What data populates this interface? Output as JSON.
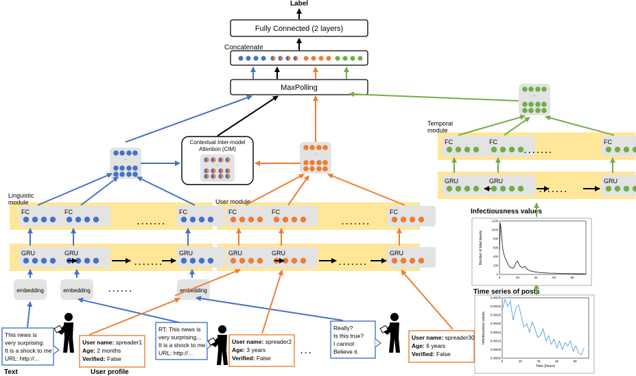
{
  "top": {
    "label": "Label",
    "fully_connected": "Fully Connected  (2 layers)",
    "concatenate": "Concatenate",
    "maxpooling": "MaxPolling"
  },
  "cim": {
    "line1": "Contextual Inter-model",
    "line2": "Attention (CIM)"
  },
  "modules": {
    "linguistic": "Linguistic\nmodule",
    "user": "User  module",
    "temporal": "Temporal\nmodule"
  },
  "layers": {
    "fc": "FC",
    "gru": "GRU",
    "embedding": "embedding"
  },
  "dots": {
    "seq": ". . . . . . .",
    "emb": ". . . . . .",
    "posts": ". . ."
  },
  "posts": [
    {
      "lines": [
        "This news is",
        "very surprising.",
        "It is a shock to me",
        "URL: http://..."
      ]
    },
    {
      "lines": [
        "RT: This news is",
        "very surprising...",
        "It is a shock to me",
        "URL: http://..."
      ]
    },
    {
      "lines": [
        "Really?",
        "Is this true?",
        "I cannot",
        "Believe it."
      ]
    }
  ],
  "profiles": [
    {
      "name_key": "User name",
      "name": "spreader1",
      "age_key": "Age",
      "age": "2 months",
      "ver_key": "Verified",
      "verified": "False"
    },
    {
      "name_key": "User name",
      "name": "spreader2",
      "age_key": "Age",
      "age": "3 years",
      "ver_key": "Verified",
      "verified": "False"
    },
    {
      "name_key": "User name",
      "name": "spreader30",
      "age_key": "Age",
      "age": "6 years",
      "ver_key": "Verified",
      "verified": "False"
    }
  ],
  "captions": {
    "text": "Text",
    "user_profile": "User profile",
    "infectiousness": "Infectiousness values",
    "time_series": "Time series of posts"
  },
  "plot1": {
    "ylabel": "Number of total tweets",
    "yticks": [
      "1200",
      "1000",
      "800",
      "600",
      "400",
      "200",
      "0"
    ],
    "xticks": [
      "0",
      "20",
      "40",
      "60",
      "80"
    ]
  },
  "plot2": {
    "ylabel": "Infectiousness values",
    "xlabel": "Time (hours)",
    "yticks": [
      "0.00035",
      "0.00030",
      "0.00025",
      "0.00020",
      "0.00015",
      "0.00010",
      "0.00005",
      "0.00000"
    ],
    "xticks": [
      "0",
      "20",
      "40",
      "60",
      "80"
    ]
  },
  "colors": {
    "blue": "#4472c4",
    "orange": "#ed7d31",
    "green": "#70ad47",
    "band": "#ffe699",
    "cell": "#e3e3e3",
    "curve_black": "#222222",
    "curve_blue": "#5b9bd5"
  },
  "chart_data": [
    {
      "type": "line",
      "title": "",
      "xlabel": "",
      "ylabel": "Number of total tweets",
      "xlim": [
        0,
        95
      ],
      "ylim": [
        0,
        1200
      ],
      "x": [
        0,
        1,
        2,
        3,
        4,
        6,
        8,
        10,
        12,
        14,
        16,
        18,
        20,
        22,
        25,
        28,
        31,
        34,
        38,
        42,
        46,
        50,
        55,
        60,
        65,
        70,
        75,
        80,
        85,
        90,
        95
      ],
      "series": [
        {
          "values": [
            550,
            1150,
            950,
            700,
            520,
            380,
            300,
            200,
            160,
            140,
            150,
            260,
            300,
            200,
            150,
            180,
            110,
            80,
            60,
            50,
            40,
            35,
            30,
            28,
            25,
            22,
            20,
            18,
            15,
            15,
            12
          ]
        }
      ]
    },
    {
      "type": "line",
      "title": "",
      "xlabel": "Time (hours)",
      "ylabel": "Infectiousness values",
      "xlim": [
        0,
        95
      ],
      "ylim": [
        0,
        0.00035
      ],
      "x": [
        0,
        3,
        6,
        9,
        12,
        15,
        18,
        21,
        24,
        27,
        30,
        33,
        36,
        39,
        42,
        45,
        48,
        51,
        54,
        57,
        60,
        63,
        66,
        69,
        72,
        75,
        78,
        81,
        84,
        87,
        90
      ],
      "series": [
        {
          "values": [
            0.00028,
            0.00034,
            0.0003,
            0.00033,
            0.00022,
            0.00029,
            0.00031,
            0.00024,
            0.00018,
            0.0002,
            0.00015,
            0.00021,
            0.00017,
            0.00012,
            0.00013,
            0.00017,
            0.0001,
            0.00013,
            8e-05,
            0.00011,
            6e-05,
            0.0001,
            5e-05,
            9e-05,
            7e-05,
            0.0001,
            4e-05,
            7e-05,
            3e-05,
            2e-05,
            6e-05
          ]
        }
      ]
    }
  ]
}
